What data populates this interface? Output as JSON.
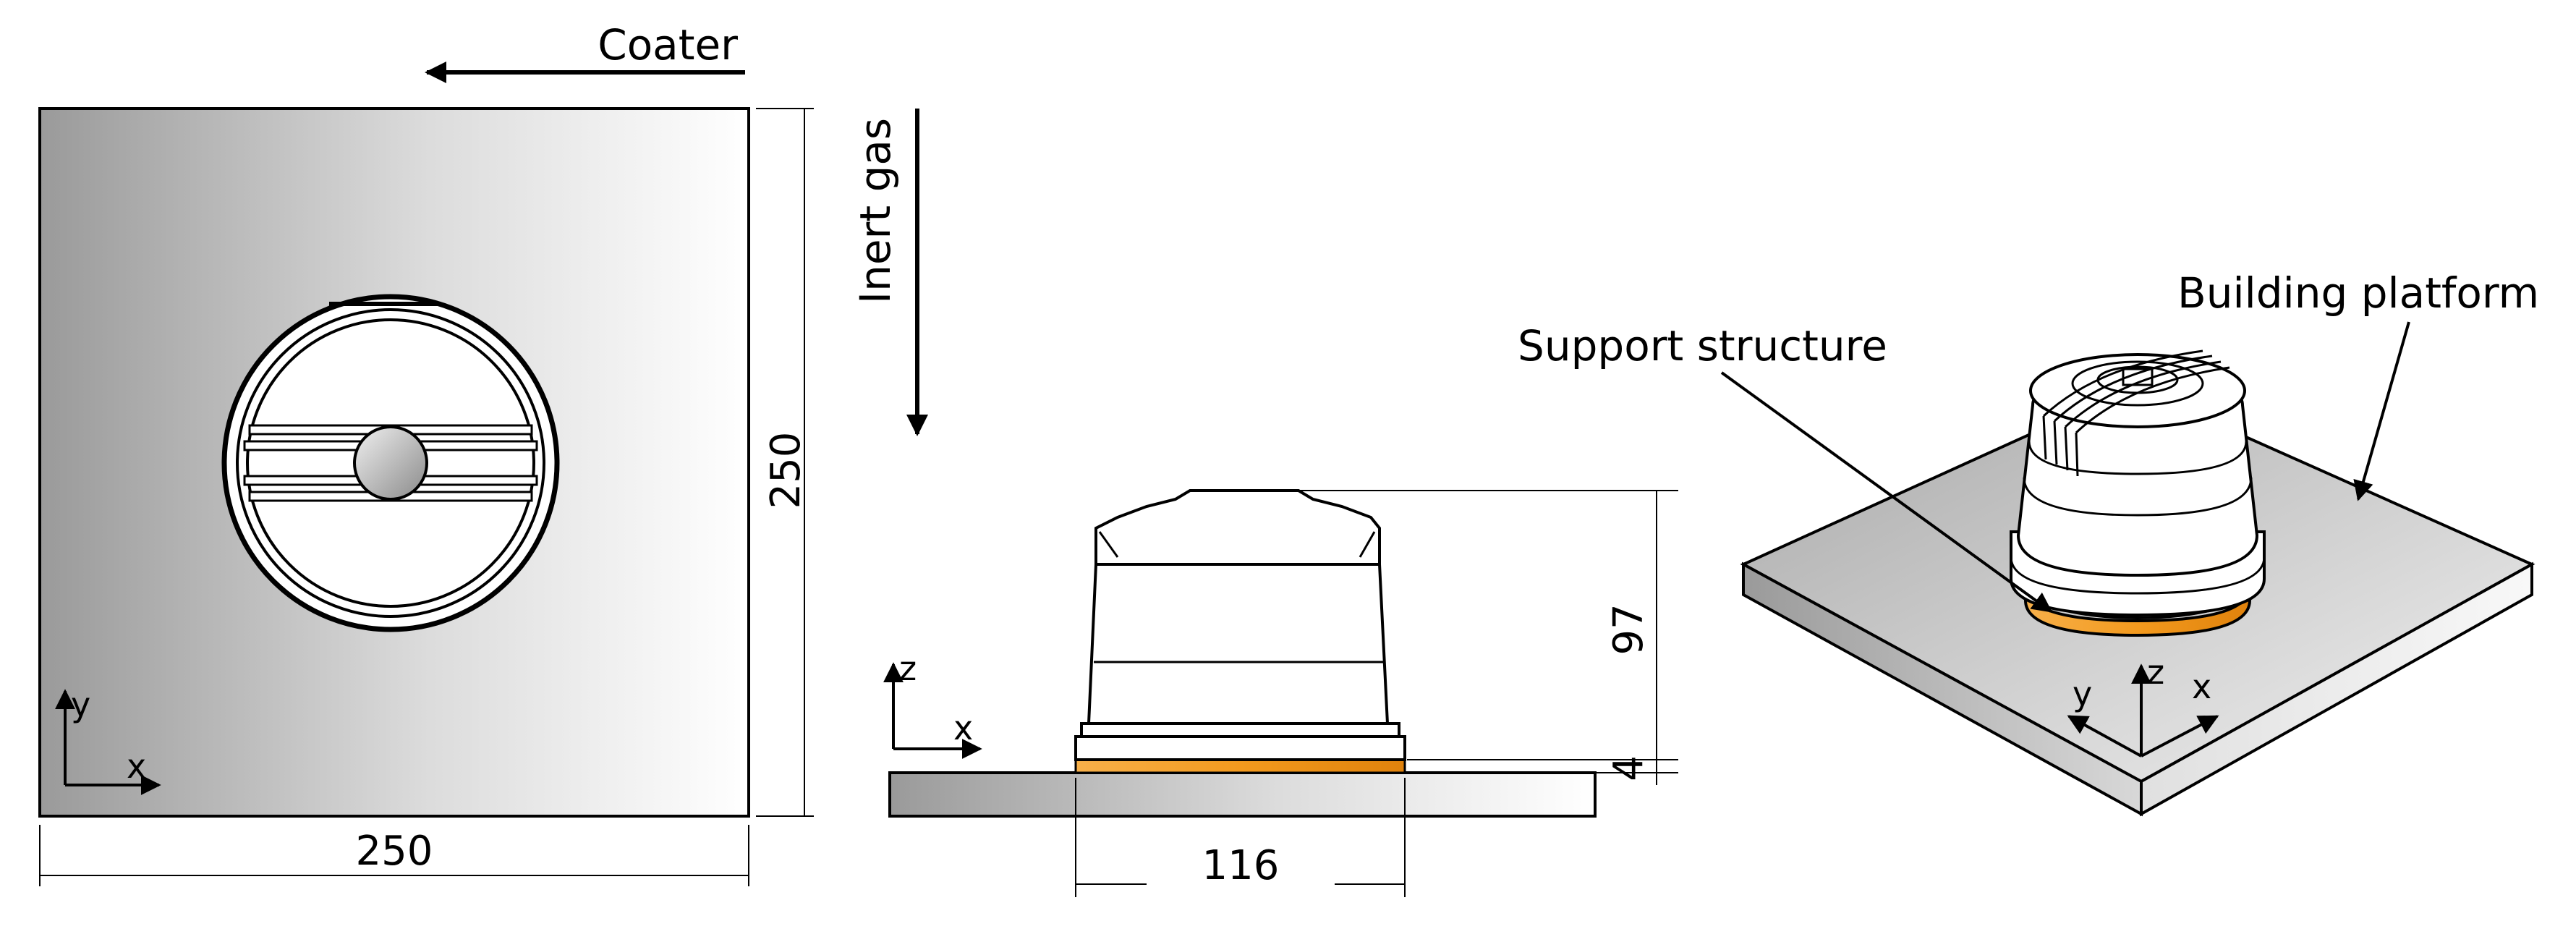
{
  "labels": {
    "coater": "Coater",
    "inert_gas": "Inert gas",
    "support_structure": "Support structure",
    "building_platform": "Building platform"
  },
  "dimensions": {
    "platform_width": "250",
    "platform_height": "250",
    "part_height": "97",
    "support_height": "4",
    "part_diameter": "116"
  },
  "axes": {
    "x": "x",
    "y": "y",
    "z": "z"
  },
  "colors": {
    "support_orange": "#f39a1e",
    "platform_gray_dark": "#8c8c8c",
    "platform_gray_light": "#ffffff",
    "stroke": "#000000"
  }
}
